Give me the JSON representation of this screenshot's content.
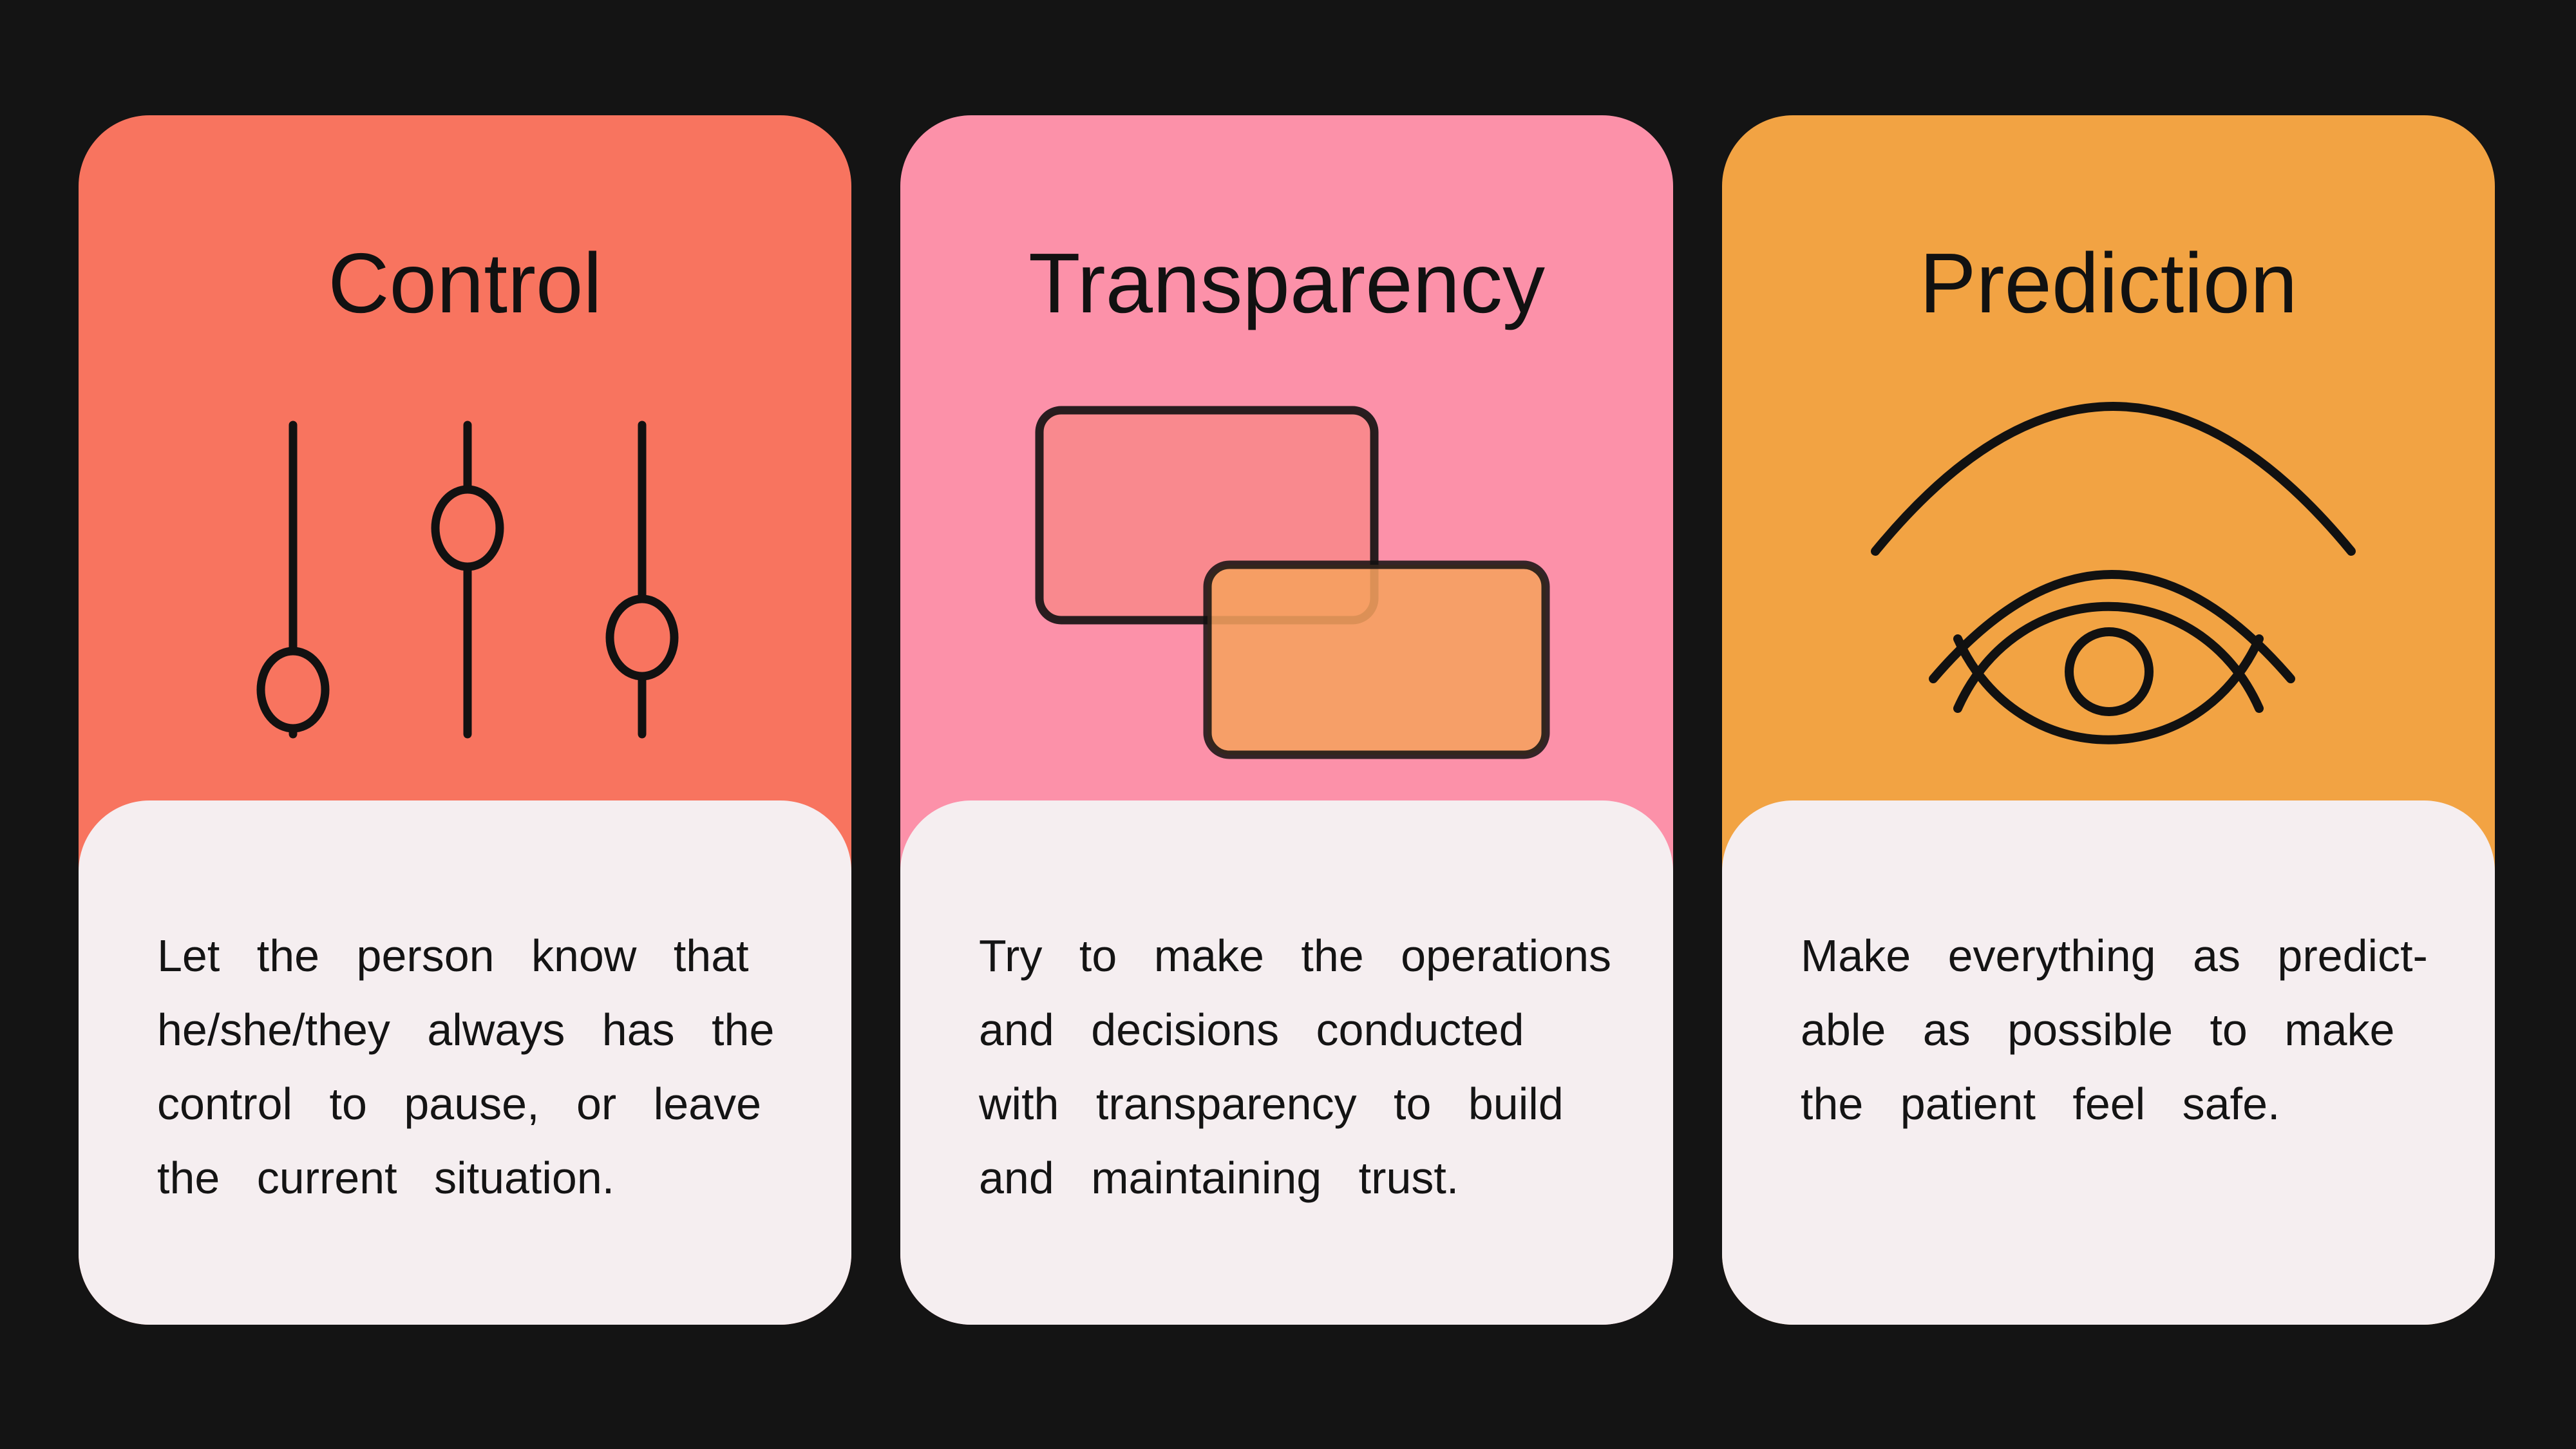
{
  "page": {
    "background_color": "#141414",
    "panel_color": "#F5EEF0",
    "text_color": "#111111"
  },
  "cards": [
    {
      "id": "control",
      "title": "Control",
      "accent": "#F8745F",
      "icon": "sliders-icon",
      "body_lines": [
        "Let the person know that",
        "he/she/they always has the",
        "control to pause, or leave",
        "the current situation."
      ]
    },
    {
      "id": "transparency",
      "title": "Transparency",
      "accent": "#FC91A9",
      "icon": "overlapping-rectangles-icon",
      "icon_colors": {
        "back_fill": "#F9898E",
        "front_fill": "#F5A05F"
      },
      "body_lines": [
        "Try to make the operations",
        "and decisions conducted",
        "with transparency to build",
        "and maintaining trust."
      ]
    },
    {
      "id": "prediction",
      "title": "Prediction",
      "accent": "#F2A343",
      "icon": "eye-prediction-icon",
      "body_lines": [
        "Make everything as predict-",
        "able as possible to make",
        "the patient feel safe."
      ]
    }
  ]
}
